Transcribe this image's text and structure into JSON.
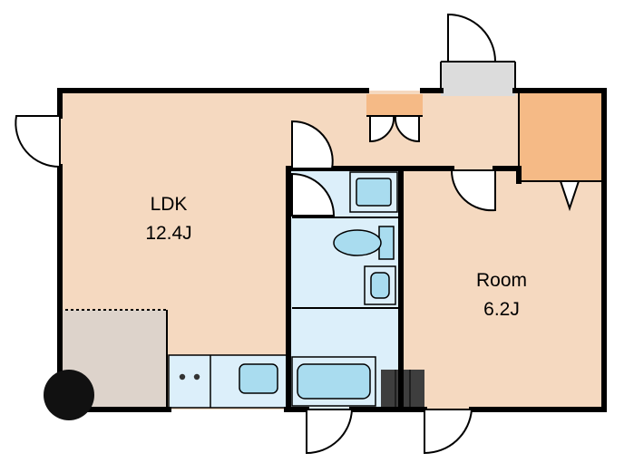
{
  "floorplan": {
    "rooms": [
      {
        "id": "ldk",
        "name": "LDK",
        "size": "12.4J"
      },
      {
        "id": "room",
        "name": "Room",
        "size": "6.2J"
      }
    ]
  },
  "colors": {
    "floor_wood": "#f5d9c0",
    "storage": "#f5ba86",
    "wet_area": "#dceffa",
    "fixture": "#a9dcef",
    "balcony": "#ddd3cb",
    "entrance_hood": "#dcdcdc",
    "wall": "#000000"
  }
}
